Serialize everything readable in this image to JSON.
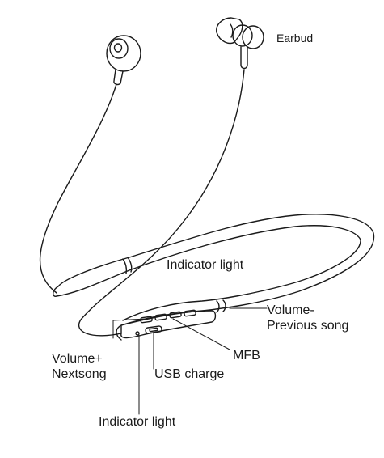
{
  "diagram": {
    "stroke_color": "#1a1a1a",
    "background": "#ffffff",
    "parts": [
      "earbud-left",
      "earbud-right",
      "cable-left",
      "cable-right",
      "neckband",
      "control-buttons",
      "usb-port",
      "indicator-light"
    ]
  },
  "labels": {
    "earbud": "Earbud",
    "indicator_light_top": "Indicator light",
    "volume_minus_line1": "Volume-",
    "volume_minus_line2": "Previous song",
    "volume_plus_line1": "Volume+",
    "volume_plus_line2": "Nextsong",
    "mfb": "MFB",
    "usb_charge": "USB charge",
    "indicator_light_bottom": "Indicator light"
  }
}
